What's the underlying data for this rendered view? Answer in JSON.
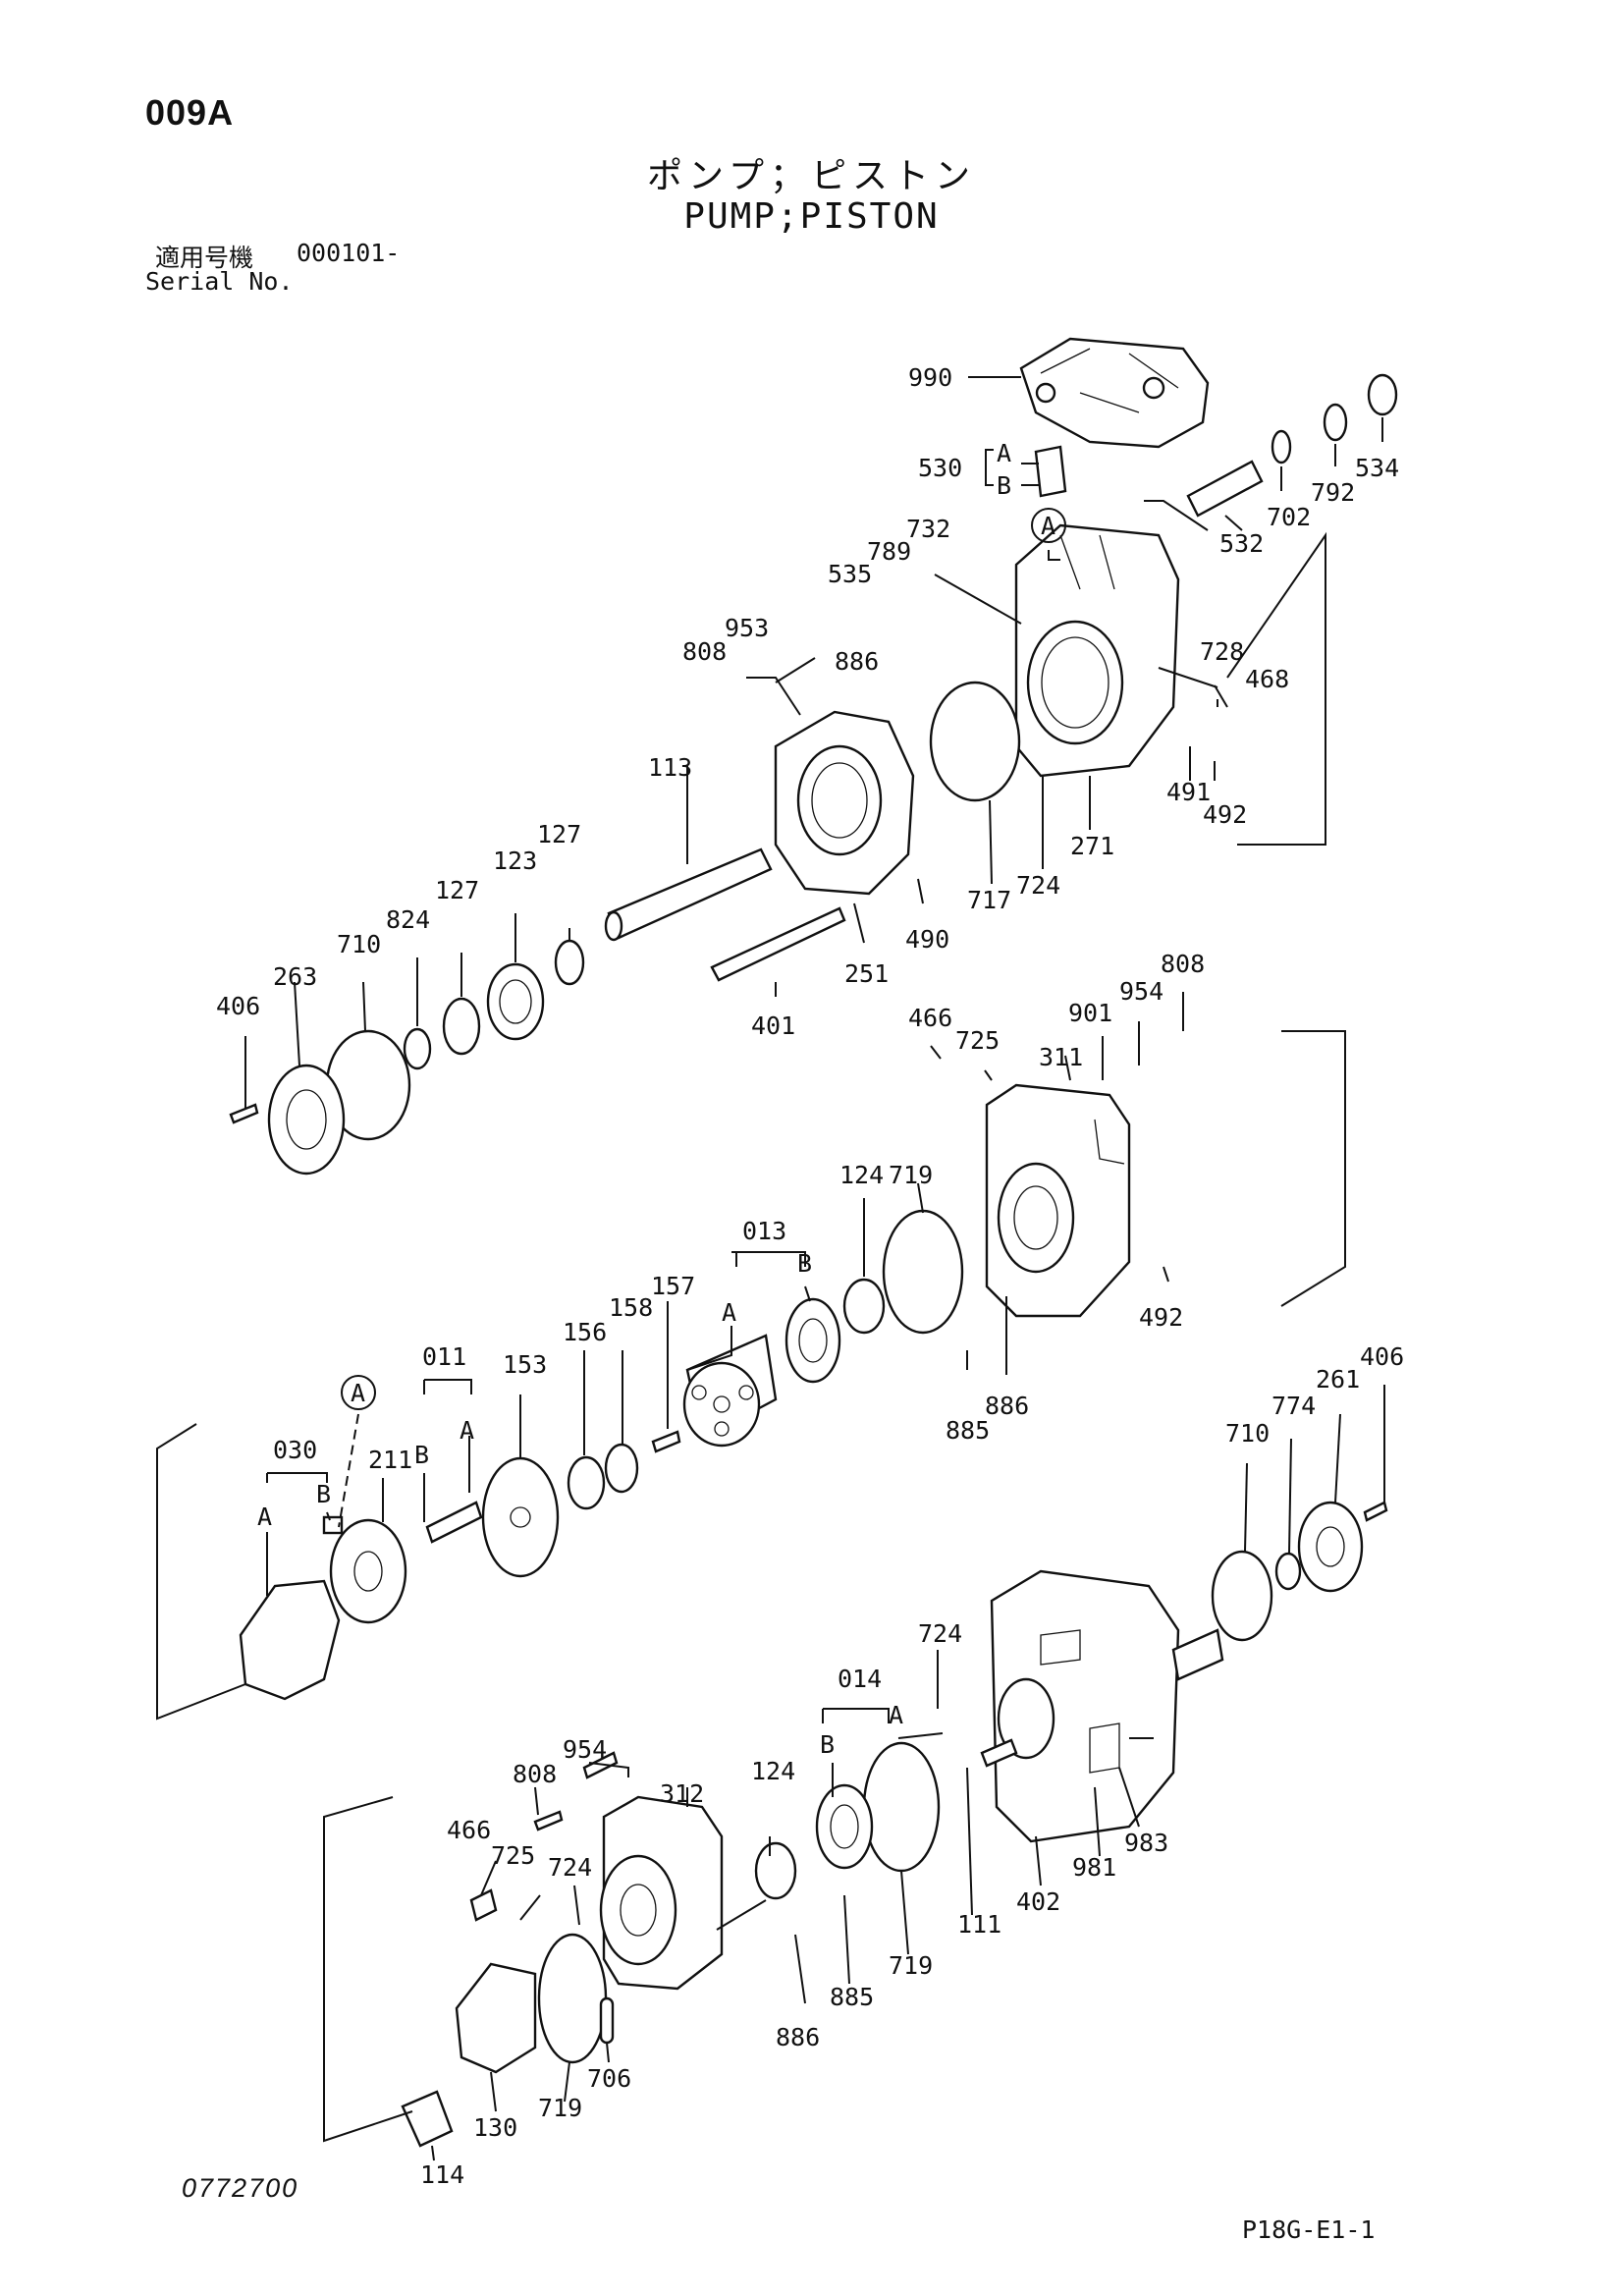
{
  "header": {
    "code": "009A",
    "title_jp": "ポンプ；ピストン",
    "title_en": "PUMP;PISTON",
    "serial_label_jp": "適用号機",
    "serial_value": "000101-",
    "serial_label_en": "Serial No."
  },
  "footer": {
    "doc_number": "0772700",
    "page_ref": "P18G-E1-1"
  },
  "labels": {
    "p990": "990",
    "p530": "530",
    "p530A": "A",
    "p530B": "B",
    "p532": "532",
    "p702": "702",
    "p792": "792",
    "p534": "534",
    "pA_top": "A",
    "p732": "732",
    "p789": "789",
    "p535": "535",
    "p953": "953",
    "p808a": "808",
    "p886a": "886",
    "p728": "728",
    "p468": "468",
    "p491": "491",
    "p492a": "492",
    "p271": "271",
    "p724a": "724",
    "p717": "717",
    "p490": "490",
    "p113": "113",
    "p127a": "127",
    "p123": "123",
    "p127b": "127",
    "p824": "824",
    "p710a": "710",
    "p263": "263",
    "p406a": "406",
    "p251": "251",
    "p401": "401",
    "p466a": "466",
    "p725a": "725",
    "p901": "901",
    "p954a": "954",
    "p808b": "808",
    "p311": "311",
    "p719a": "719",
    "p124a": "124",
    "p013": "013",
    "p013B": "B",
    "p013A": "A",
    "p492b": "492",
    "p157": "157",
    "p158": "158",
    "p156": "156",
    "p153": "153",
    "p011": "011",
    "p011B": "B",
    "p011A": "A",
    "pA_mid": "A",
    "p030": "030",
    "p030B": "B",
    "p030A": "A",
    "p211": "211",
    "p885a": "885",
    "p886b": "886",
    "p406b": "406",
    "p261": "261",
    "p774": "774",
    "p710b": "710",
    "p724b": "724",
    "p014": "014",
    "p014A": "A",
    "p014B": "B",
    "p954b": "954",
    "p808c": "808",
    "p312": "312",
    "p124b": "124",
    "p466b": "466",
    "p725b": "725",
    "p724c": "724",
    "p111": "111",
    "p402": "402",
    "p981": "981",
    "p983": "983",
    "p719b": "719",
    "p885b": "885",
    "p886c": "886",
    "p719c": "719",
    "p706": "706",
    "p130": "130",
    "p114": "114"
  }
}
